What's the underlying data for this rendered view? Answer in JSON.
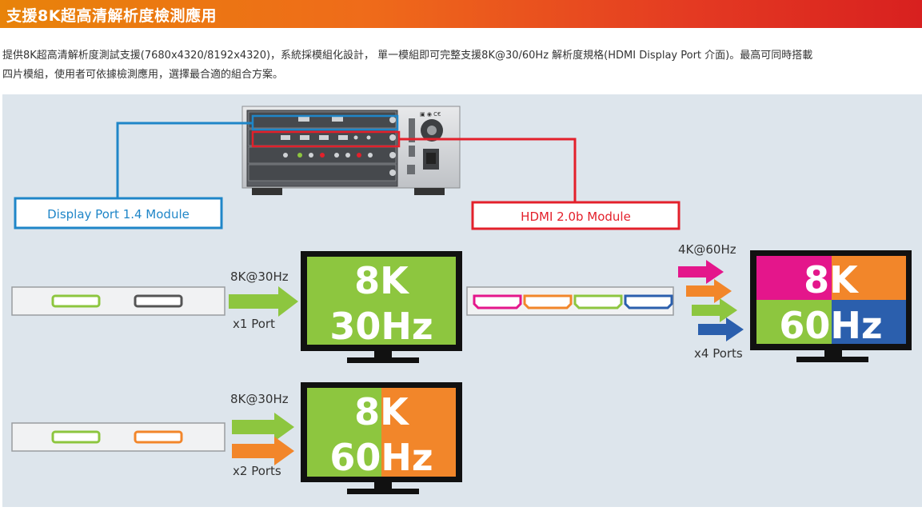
{
  "banner": {
    "title": "支援8K超高清解析度檢測應用"
  },
  "description": {
    "line1": "提供8K超高清解析度測試支援(7680x4320/8192x4320)，系統採模組化設計， 單一模組即可完整支援8K@30/60Hz 解析度規格(HDMI Display Port 介面)。最高可同時搭載",
    "line2": "四片模組，使用者可依據檢測應用，選擇最合適的組合方案。"
  },
  "diagram": {
    "dp_module_label": "Display Port 1.4 Module",
    "hdmi_module_label": "HDMI 2.0b Module",
    "row1": {
      "rate": "8K@30Hz",
      "ports": "x1 Port",
      "screen_top": "8K",
      "screen_bottom": "30Hz"
    },
    "row2": {
      "rate": "8K@30Hz",
      "ports": "x2 Ports",
      "screen_top": "8K",
      "screen_bottom": "60Hz"
    },
    "hdmi_row": {
      "rate": "4K@60Hz",
      "ports": "x4 Ports",
      "screen_top": "8K",
      "screen_bottom": "60Hz"
    },
    "colors": {
      "dp_blue": "#1f86c8",
      "hdmi_red": "#e3202b",
      "green": "#8dc63f",
      "orange": "#f2862a",
      "magenta": "#e4168b",
      "blue": "#2b5fad",
      "dark_gray": "#555555"
    }
  }
}
